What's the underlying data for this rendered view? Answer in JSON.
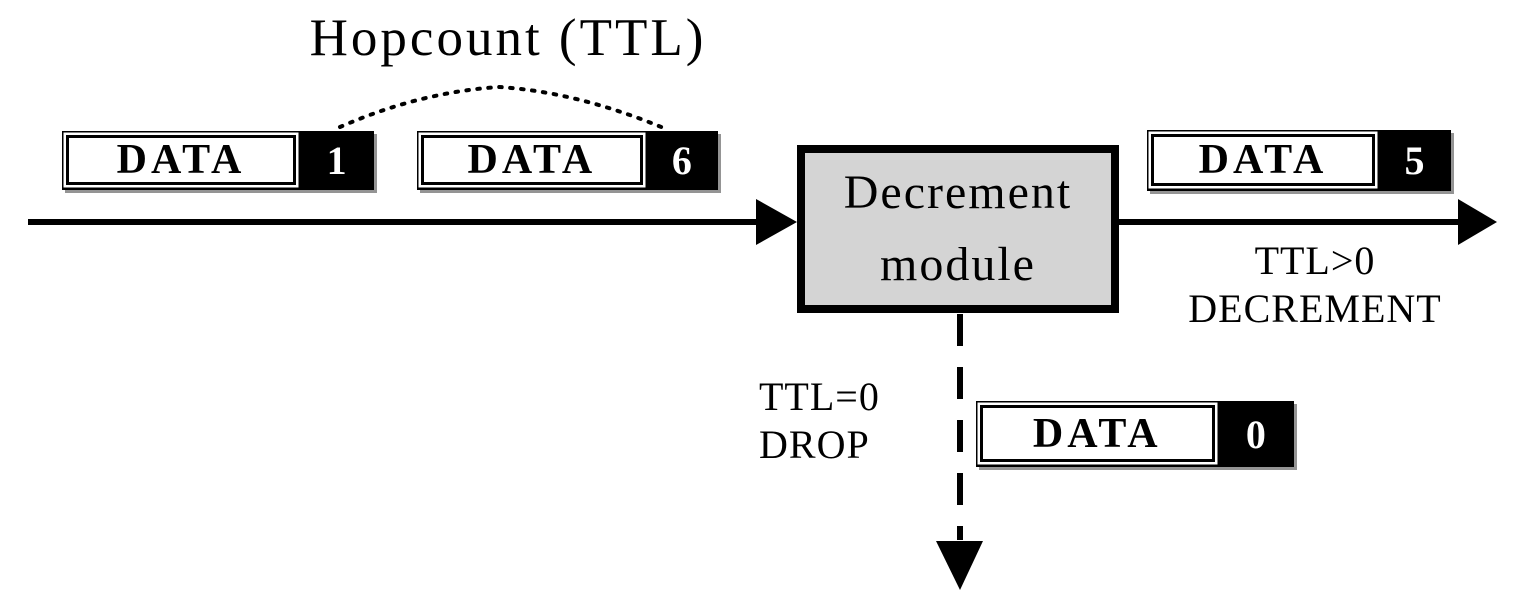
{
  "title": "Hopcount (TTL)",
  "decrement_module": {
    "line1": "Decrement",
    "line2": "module",
    "fill_color": "#d4d4d4"
  },
  "packets": [
    {
      "name": "incoming-packet-ttl-1",
      "data_label": "DATA",
      "ttl_value": "1"
    },
    {
      "name": "incoming-packet-ttl-6",
      "data_label": "DATA",
      "ttl_value": "6"
    },
    {
      "name": "forwarded-packet-ttl-5",
      "data_label": "DATA",
      "ttl_value": "5"
    },
    {
      "name": "dropped-packet-ttl-0",
      "data_label": "DATA",
      "ttl_value": "0"
    }
  ],
  "annotations": {
    "forward_condition": "TTL>0",
    "forward_action": "DECREMENT",
    "drop_condition": "TTL=0",
    "drop_action": "DROP"
  },
  "colors": {
    "ink": "#000000",
    "module_fill": "#d4d4d4",
    "ttl_field_bg": "#000000",
    "ttl_field_text": "#ffffff",
    "packet_body": "#ffffff"
  }
}
